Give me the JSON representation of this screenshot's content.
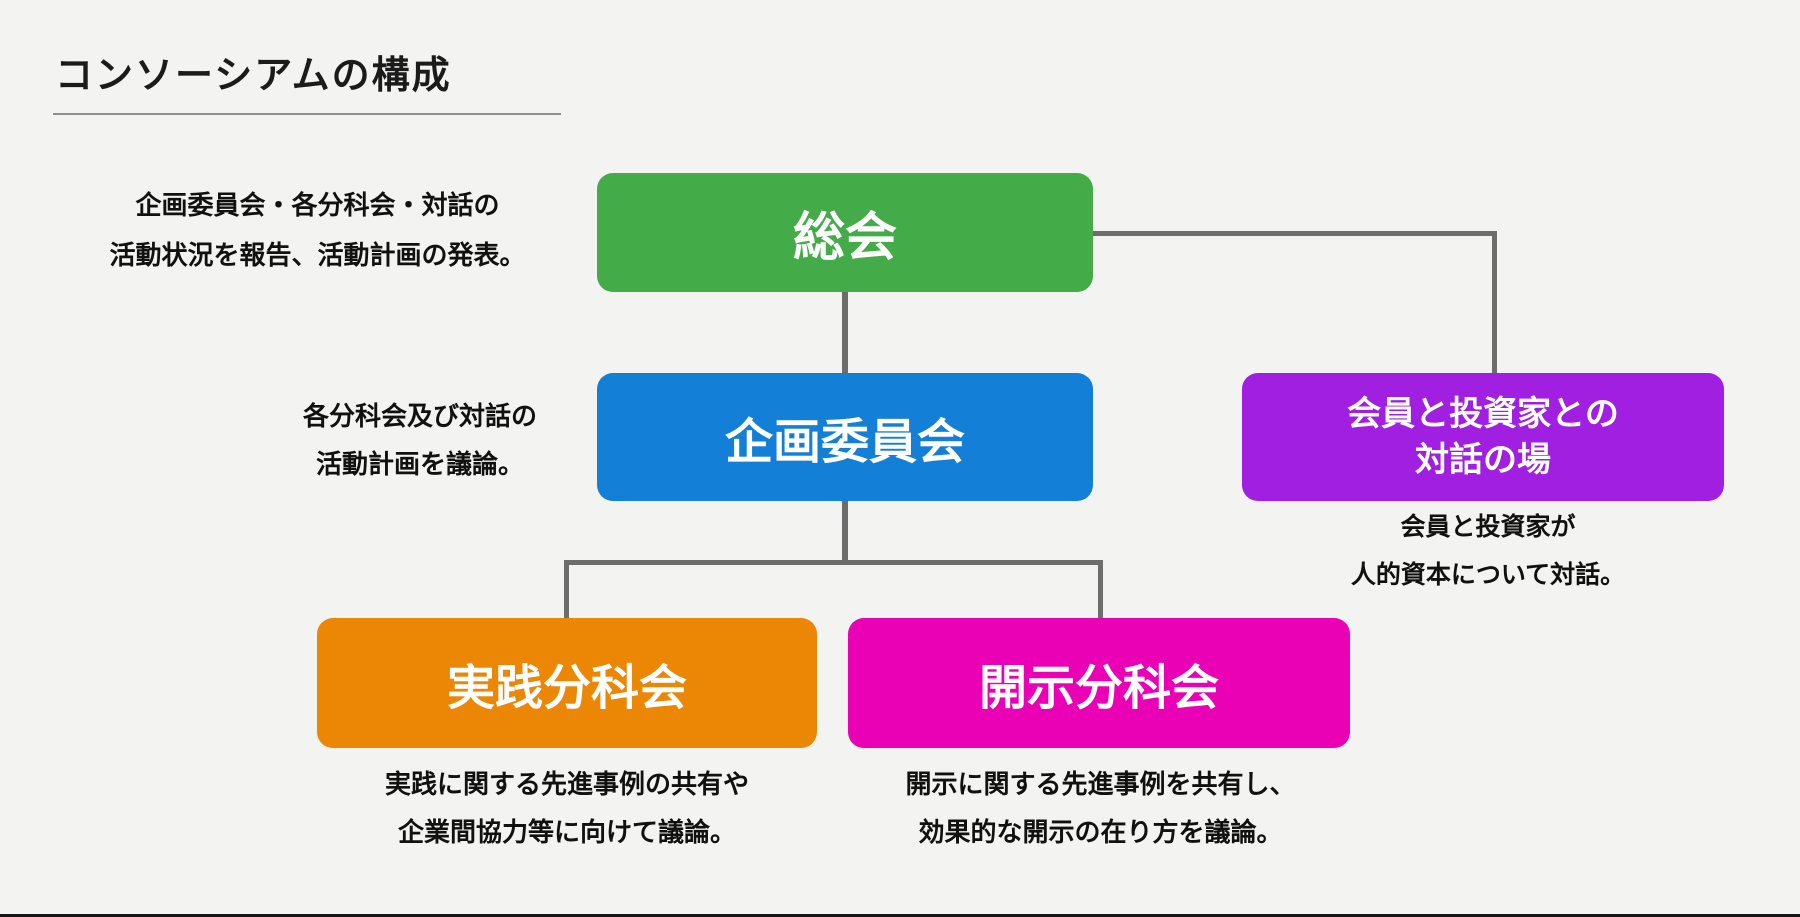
{
  "title": "コンソーシアムの構成",
  "colors": {
    "background": "#f3f3f1",
    "connector": "#6d6d6d",
    "text": "#111111",
    "node_text": "#ffffff",
    "title_underline": "#8f8f8f"
  },
  "nodes": {
    "soukai": {
      "label": "総会",
      "color": "#43ab47"
    },
    "kikaku": {
      "label": "企画委員会",
      "color": "#137fd6"
    },
    "taiwa": {
      "label": "会員と投資家との\n対話の場",
      "color": "#a01fe0"
    },
    "jissen": {
      "label": "実践分科会",
      "color": "#eb8705"
    },
    "kaiji": {
      "label": "開示分科会",
      "color": "#ea00b5"
    }
  },
  "captions": {
    "soukai": "企画委員会・各分科会・対話の\n活動状況を報告、活動計画の発表。",
    "kikaku": "各分科会及び対話の\n活動計画を議論。",
    "taiwa": "会員と投資家が\n人的資本について対話。",
    "jissen": "実践に関する先進事例の共有や\n企業間協力等に向けて議論。",
    "kaiji": "開示に関する先進事例を共有し、\n効果的な開示の在り方を議論。"
  },
  "edges": [
    {
      "from": "soukai",
      "to": "kikaku"
    },
    {
      "from": "soukai",
      "to": "taiwa"
    },
    {
      "from": "kikaku",
      "to": "jissen"
    },
    {
      "from": "kikaku",
      "to": "kaiji"
    }
  ]
}
